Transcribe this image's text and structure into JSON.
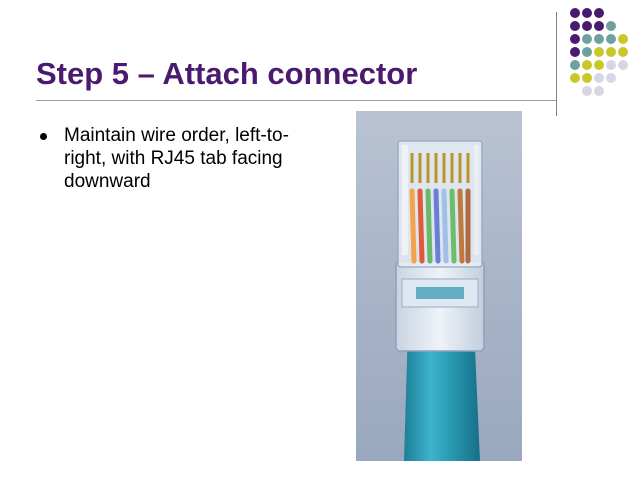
{
  "slide": {
    "title": "Step 5 – Attach connector",
    "bullets": [
      {
        "text": "Maintain wire order, left-to-right, with RJ45 tab facing downward"
      }
    ]
  },
  "photo": {
    "alt": "RJ45 connector crimped onto cable"
  },
  "colors": {
    "title": "#4a1a6f",
    "dot_purple": "#4a1a6f",
    "dot_teal": "#6fa0a0",
    "dot_olive": "#c8c82a",
    "dot_light": "#d6d6e4",
    "cable": "#2a9bb4"
  }
}
